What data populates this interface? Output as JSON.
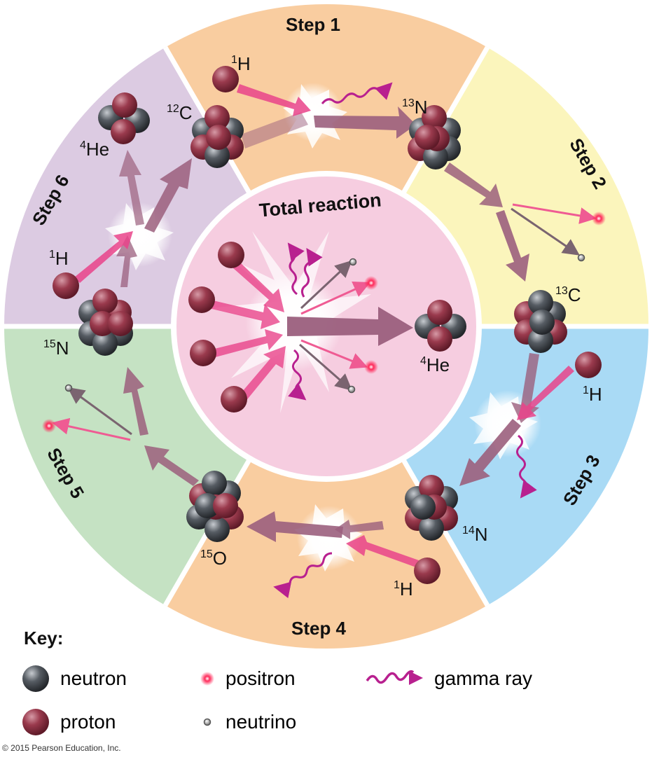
{
  "steps": {
    "s1": "Step 1",
    "s2": "Step 2",
    "s3": "Step 3",
    "s4": "Step 4",
    "s5": "Step 5",
    "s6": "Step 6"
  },
  "center_title": "Total reaction",
  "isotopes": {
    "h": {
      "mass": "1",
      "sym": "H"
    },
    "n13": {
      "mass": "13",
      "sym": "N"
    },
    "c13": {
      "mass": "13",
      "sym": "C"
    },
    "n14": {
      "mass": "14",
      "sym": "N"
    },
    "o15": {
      "mass": "15",
      "sym": "O"
    },
    "n15": {
      "mass": "15",
      "sym": "N"
    },
    "c12": {
      "mass": "12",
      "sym": "C"
    },
    "he4": {
      "mass": "4",
      "sym": "He"
    }
  },
  "key": {
    "title": "Key:",
    "neutron": "neutron",
    "proton": "proton",
    "positron": "positron",
    "neutrino": "neutrino",
    "gamma": "gamma ray"
  },
  "copyright": "© 2015 Pearson Education, Inc.",
  "colors": {
    "step1": "#f9cda0",
    "step2": "#fbf5bc",
    "step3": "#a9daf5",
    "step4": "#f9cda0",
    "step5": "#c5e2c3",
    "step6": "#dccbe2",
    "center": "#f6cde0",
    "proton": "#8f3040",
    "neutron": "#4d5258",
    "positron": "#ee2255",
    "gamma": "#b8208f",
    "arrow": "#9b5f7d"
  }
}
